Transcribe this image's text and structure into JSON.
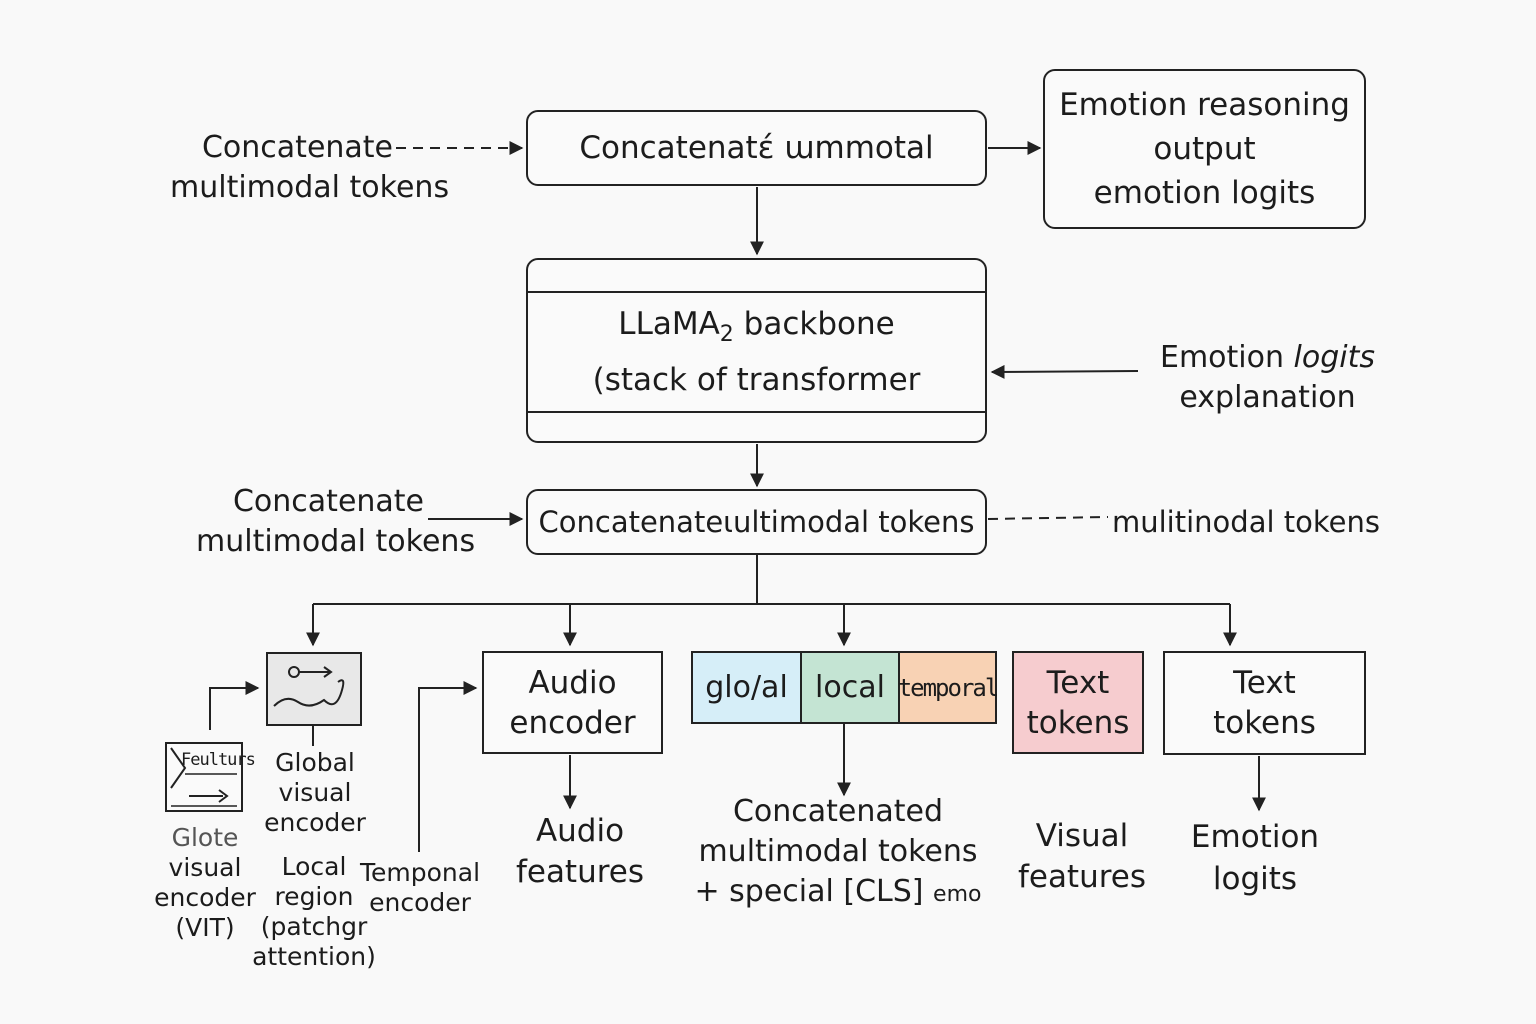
{
  "top_left_label": [
    "Concatenate",
    "multimodal tokens"
  ],
  "top_box": "Concatenatɛ́ ɯmmotal",
  "output_box": [
    "Emotion reasoning",
    "output",
    "emotion logits"
  ],
  "backbone": {
    "line1_main": "LLaMA",
    "line1_sub": "2",
    "line1_rest": " backbone",
    "line2": "(stack of transformer"
  },
  "right_label": {
    "line1_prefix": "Emotion ",
    "line1_italic": "logits",
    "line2": "explanation"
  },
  "mid_left_label": [
    "Concatenate",
    "multimodal tokens"
  ],
  "mid_box": "Concatenateɩultimodal tokens",
  "mid_right_label": "mulitinodal tokens",
  "features_icon_text": "Feulturs",
  "glote_label": [
    "Glote",
    "visual",
    "encoder",
    "(VIT)"
  ],
  "global_label": [
    "Global",
    "visual",
    "encoder"
  ],
  "local_label": [
    "Local",
    "region",
    "(patchgr",
    "attention)"
  ],
  "temporal_label": [
    "Temponal",
    "encoder"
  ],
  "audio_box": [
    "Audio",
    "encoder"
  ],
  "audio_features": [
    "Audio",
    "features"
  ],
  "segments": [
    {
      "label": "glo/al",
      "color": "#d6eef8"
    },
    {
      "label": "local",
      "color": "#c4e4d3"
    },
    {
      "label": "temporal",
      "color": "#f8d2b4"
    }
  ],
  "concat_label": {
    "line1": "Concatenated",
    "line2": "multimodal tokens",
    "line3_main": "+ special [CLS]",
    "line3_small": "emo"
  },
  "text_tokens_pink": [
    "Text",
    "tokens"
  ],
  "pink_color": "#f6cccf",
  "visual_features": [
    "Visual",
    "features"
  ],
  "text_tokens_box": [
    "Text",
    "tokens"
  ],
  "emotion_logits": [
    "Emotion",
    "logits"
  ]
}
